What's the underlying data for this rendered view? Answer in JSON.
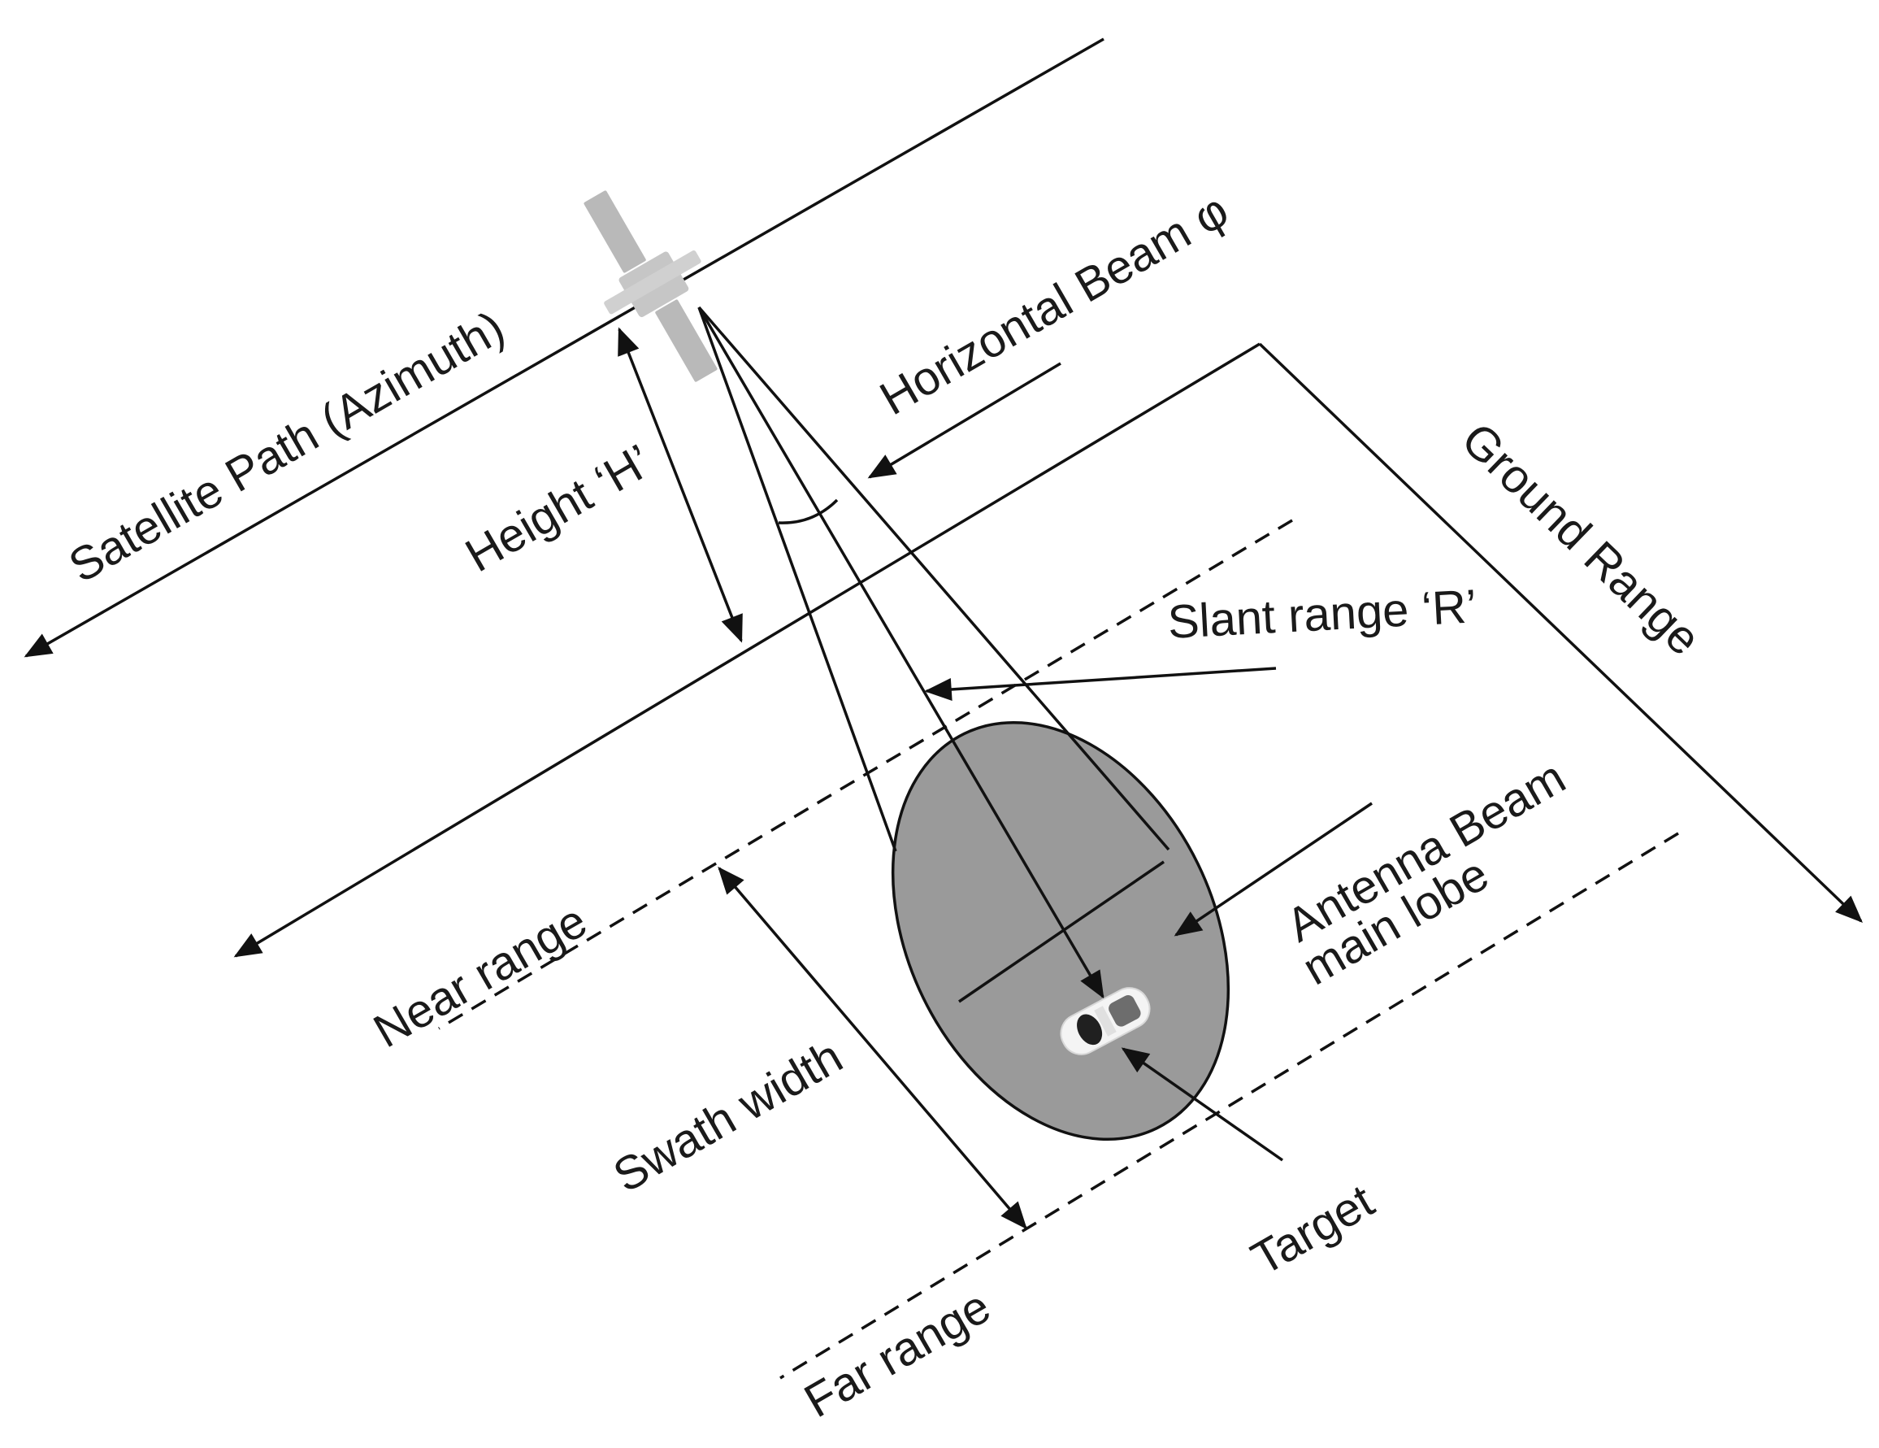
{
  "labels": {
    "satellite_path": "Satellite Path (Azimuth)",
    "horizontal_beam": "Horizontal Beam φ",
    "height": "Height ‘H’",
    "ground_range": "Ground Range",
    "slant_range": "Slant range ‘R’",
    "antenna_beam_line1": "Antenna Beam",
    "antenna_beam_line2": "main lobe",
    "near_range": "Near range",
    "swath_width": "Swath width",
    "target": "Target",
    "far_range": "Far range"
  },
  "colors": {
    "line": "#111111",
    "footprint_fill": "#9a9a9a",
    "satellite": "#b9b9b9",
    "background": "#ffffff"
  },
  "icons": [
    "satellite-icon",
    "car-target-icon"
  ]
}
